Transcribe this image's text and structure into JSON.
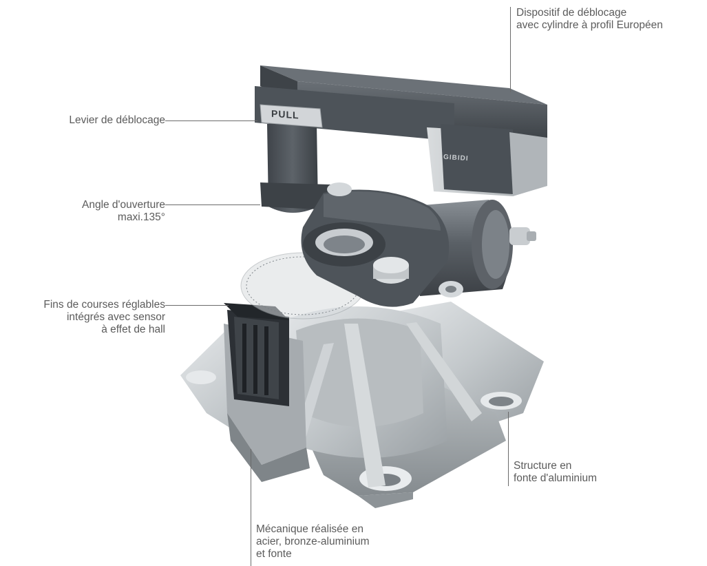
{
  "labels": {
    "unlock_device": {
      "lines": [
        "Dispositif de déblocage",
        "avec cylindre à profil Européen"
      ]
    },
    "unlock_lever": {
      "lines": [
        "Levier de déblocage"
      ]
    },
    "opening_angle": {
      "lines": [
        "Angle d'ouverture",
        "maxi.135°"
      ]
    },
    "limit_switches": {
      "lines": [
        "Fins de courses réglables",
        "intégrés avec sensor",
        "à effet de hall"
      ]
    },
    "structure": {
      "lines": [
        "Structure en",
        "fonte d'aluminium"
      ]
    },
    "mechanics": {
      "lines": [
        "Mécanique réalisée en",
        "acier, bronze-aluminium",
        "et fonte"
      ]
    }
  },
  "product_markings": {
    "lever_plate": "PULL",
    "cover_brand": "GIBIDI"
  },
  "colors": {
    "label_text": "#5b5b5b",
    "leader_line": "#6a6a6a",
    "background": "#ffffff",
    "dark_metal": "#4c5258",
    "aluminium": "#c4c8cb"
  }
}
